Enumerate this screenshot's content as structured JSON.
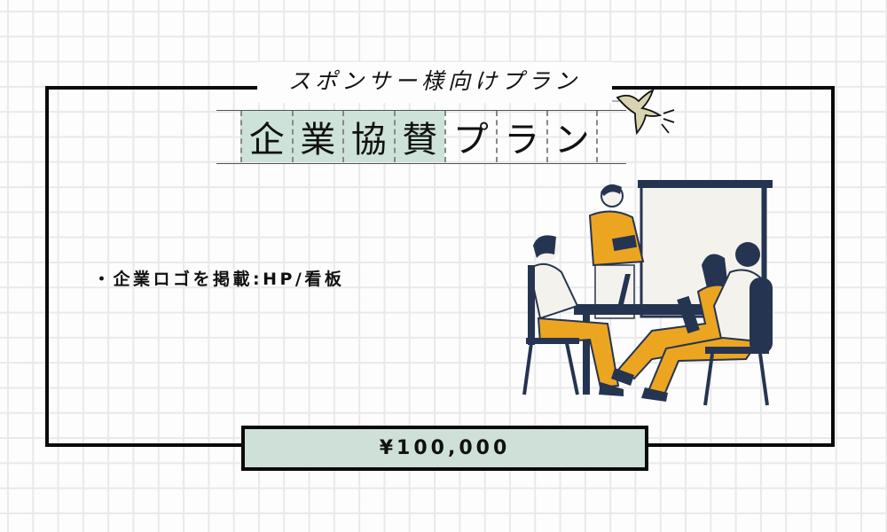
{
  "header": {
    "subtitle": "スポンサー様向けプラン",
    "title_chars": [
      "企",
      "業",
      "協",
      "賛",
      "プ",
      "ラ",
      "ン"
    ],
    "title": "企業協賛プラン"
  },
  "content": {
    "bullet": "・企業ロゴを掲載:HP/看板"
  },
  "price": {
    "label": "¥100,000"
  },
  "illustration": {
    "name": "meeting-illustration",
    "description": "four people meeting at a table with whiteboard"
  },
  "colors": {
    "mint": "#cde2d8",
    "frame": "#0a0a0a",
    "mustard": "#eba520",
    "navy": "#253450",
    "grid": "#e9e9e9"
  }
}
